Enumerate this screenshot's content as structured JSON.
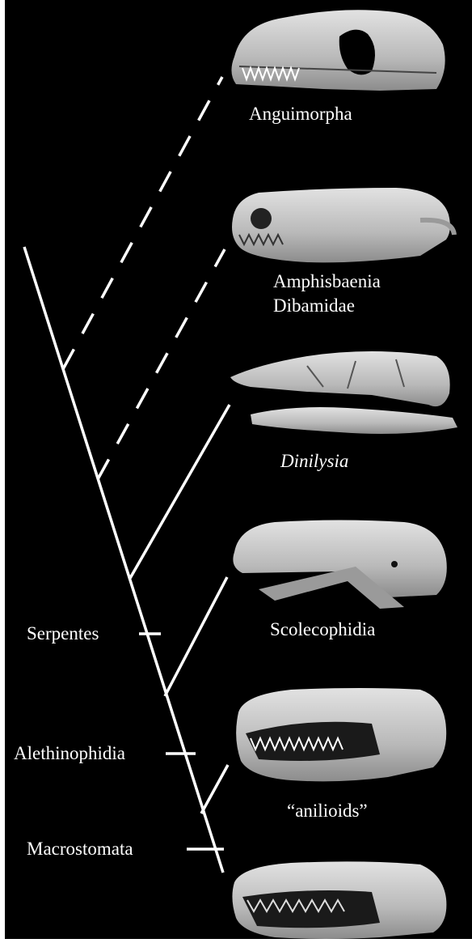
{
  "figure": {
    "background": "#000000",
    "line_color": "#ffffff",
    "taxa": [
      {
        "name": "Anguimorpha",
        "italic": false,
        "skull_icon": "lizard-skull-icon"
      },
      {
        "name": "Amphisbaenia",
        "italic": false,
        "skull_icon": "amphisbaenian-skull-icon"
      },
      {
        "name": "Dibamidae",
        "italic": false
      },
      {
        "name": "Dinilysia",
        "italic": true,
        "skull_icon": "fossil-snake-skull-icon"
      },
      {
        "name": "Scolecophidia",
        "italic": false,
        "skull_icon": "blind-snake-skull-icon"
      },
      {
        "name": "“anilioids”",
        "italic": false,
        "skull_icon": "pipe-snake-skull-icon"
      },
      {
        "name": "",
        "italic": false,
        "skull_icon": "macrostomatan-snake-skull-icon"
      }
    ],
    "clades": [
      {
        "name": "Serpentes"
      },
      {
        "name": "Alethinophidia"
      },
      {
        "name": "Macrostomata"
      }
    ]
  }
}
